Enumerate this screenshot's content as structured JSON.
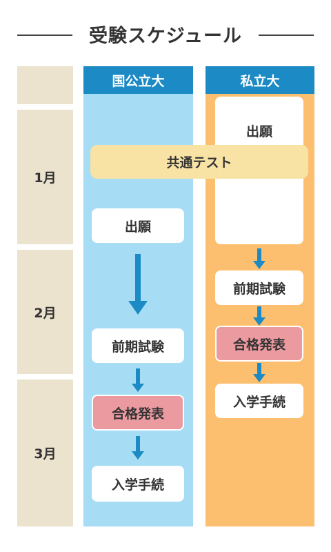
{
  "title": "受験スケジュール",
  "months": [
    "1月",
    "2月",
    "3月"
  ],
  "columns": {
    "national": {
      "header": "国公立大",
      "steps": {
        "apply": "出願",
        "exam": "前期試験",
        "result": "合格発表",
        "enroll": "入学手続"
      }
    },
    "private": {
      "header": "私立大",
      "steps": {
        "apply": "出願",
        "exam": "前期試験",
        "result": "合格発表",
        "enroll": "入学手続"
      }
    }
  },
  "common_test": "共通テスト",
  "colors": {
    "month_bg": "#ebe3cd",
    "national_bg": "#a7dcf5",
    "private_bg": "#fbbf6f",
    "header_bg": "#1c8ac4",
    "arrow": "#1c8ac4",
    "result_box": "#eb9aa0",
    "common_test_bg": "#f8e3a5"
  }
}
